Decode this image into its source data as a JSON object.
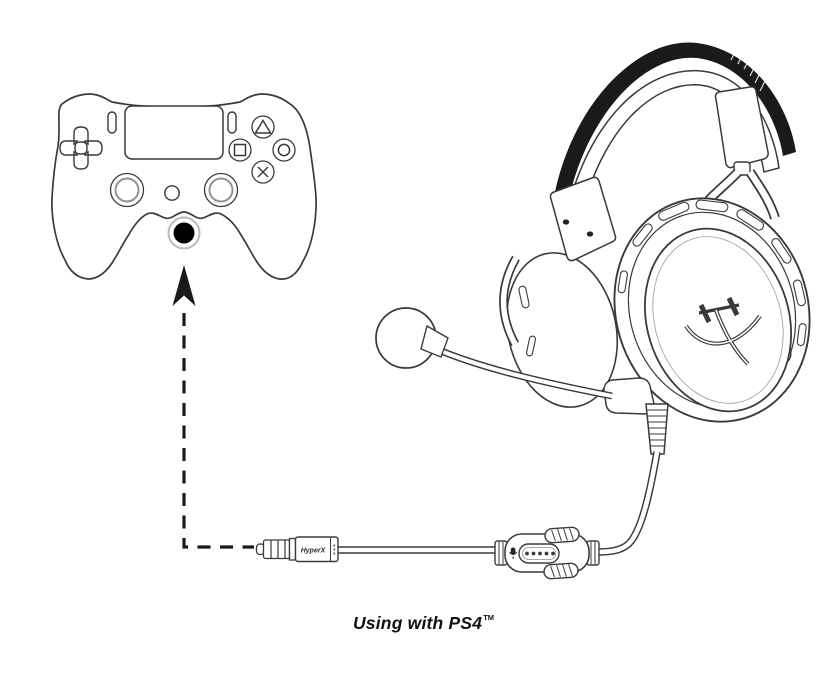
{
  "figure": {
    "caption": "Using with PS4",
    "trademark_symbol": "TM"
  },
  "plug": {
    "brand_label": "HyperX"
  },
  "parts": {
    "controller": "ps4-controller",
    "headset": "gaming-headset",
    "microphone": "boom-microphone-with-pop-filter",
    "inline_control": "inline-audio-control",
    "audio_plug": "3.5mm-audio-plug",
    "jack": "controller-headset-jack",
    "arrow": "plug-to-jack-connection-arrow"
  },
  "icons": {
    "dpad_icon": "d-pad",
    "triangle_button_icon": "triangle",
    "square_button_icon": "square",
    "circle_button_icon": "circle",
    "cross_button_icon": "cross",
    "mic_icon": "microphone",
    "arrow_icon": "dashed-up-arrow",
    "hx_logo_icon": "hyperx-hx-logo"
  },
  "colors": {
    "background": "#ffffff",
    "line": "#3a3a3a",
    "headband": "#1a1a1a",
    "jack_dot": "#000000",
    "jack_ring": "#bbbbbb"
  }
}
